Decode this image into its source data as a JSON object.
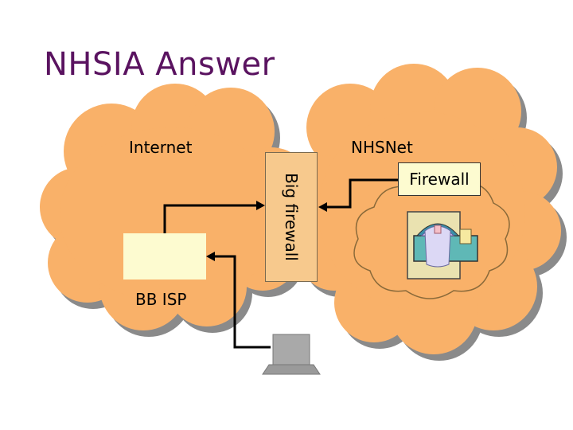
{
  "title": "NHSIA Answer",
  "labels": {
    "internet": "Internet",
    "nhsnet": "NHSNet",
    "big_firewall": "Big firewall",
    "firewall": "Firewall",
    "bb_isp": "BB ISP"
  },
  "colors": {
    "title": "#5a1360",
    "cloud_fill": "#f9b169",
    "cloud_shadow": "#8a8a8a",
    "box_fill": "#fdfbd0",
    "firewall_fill": "#f7c98d"
  },
  "icons": [
    "computer-terminal-icon",
    "firewall-machine-icon"
  ]
}
